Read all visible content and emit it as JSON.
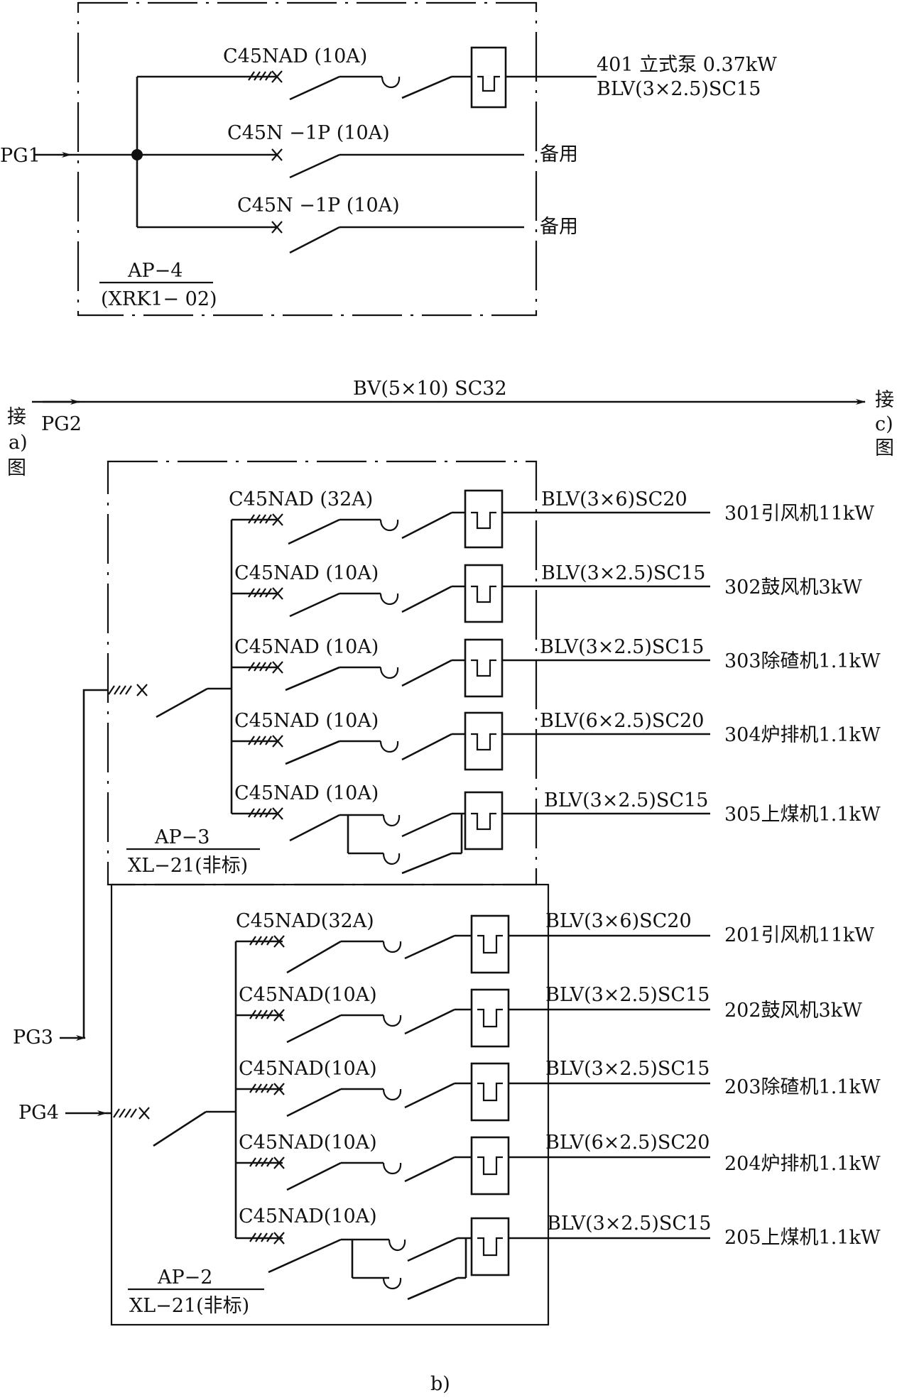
{
  "diagram": {
    "ap4": {
      "feeder": "PG1",
      "panel_name": "AP−4",
      "panel_model": "(XRK1− 02)",
      "circuits": [
        {
          "breaker": "C45NAD (10A)",
          "load": "401 立式泵 0.37kW",
          "cable": "BLV(3×2.5)SC15"
        },
        {
          "breaker": "C45N −1P (10A)",
          "load": "备用"
        },
        {
          "breaker": "C45N −1P (10A)",
          "load": "备用"
        }
      ]
    },
    "bus": {
      "cable": "BV(5×10) SC32",
      "feeder": "PG2",
      "left_note": "接\na)\n图",
      "right_note": "接\nc)\n图"
    },
    "ap3": {
      "panel_name": "AP−3",
      "panel_model": "XL−21(非标)",
      "circuits": [
        {
          "breaker": "C45NAD (32A)",
          "cable": "BLV(3×6)SC20",
          "load": "301引风机11kW"
        },
        {
          "breaker": "C45NAD (10A)",
          "cable": "BLV(3×2.5)SC15",
          "load": "302鼓风机3kW"
        },
        {
          "breaker": "C45NAD (10A)",
          "cable": "BLV(3×2.5)SC15",
          "load": "303除碴机1.1kW"
        },
        {
          "breaker": "C45NAD (10A)",
          "cable": "BLV(6×2.5)SC20",
          "load": "304炉排机1.1kW"
        },
        {
          "breaker": "C45NAD (10A)",
          "cable": "BLV(3×2.5)SC15",
          "load": "305上煤机1.1kW"
        }
      ]
    },
    "ap2": {
      "panel_name": "AP−2",
      "panel_model": "XL−21(非标)",
      "circuits": [
        {
          "breaker": "C45NAD(32A)",
          "cable": "BLV(3×6)SC20",
          "load": "201引风机11kW"
        },
        {
          "breaker": "C45NAD(10A)",
          "cable": "BLV(3×2.5)SC15",
          "load": "202鼓风机3kW"
        },
        {
          "breaker": "C45NAD(10A)",
          "cable": "BLV(3×2.5)SC15",
          "load": "203除碴机1.1kW"
        },
        {
          "breaker": "C45NAD(10A)",
          "cable": "BLV(6×2.5)SC20",
          "load": "204炉排机1.1kW"
        },
        {
          "breaker": "C45NAD(10A)",
          "cable": "BLV(3×2.5)SC15",
          "load": "205上煤机1.1kW"
        }
      ]
    },
    "feeders": {
      "pg3": "PG3",
      "pg4": "PG4"
    },
    "caption": "b)"
  }
}
